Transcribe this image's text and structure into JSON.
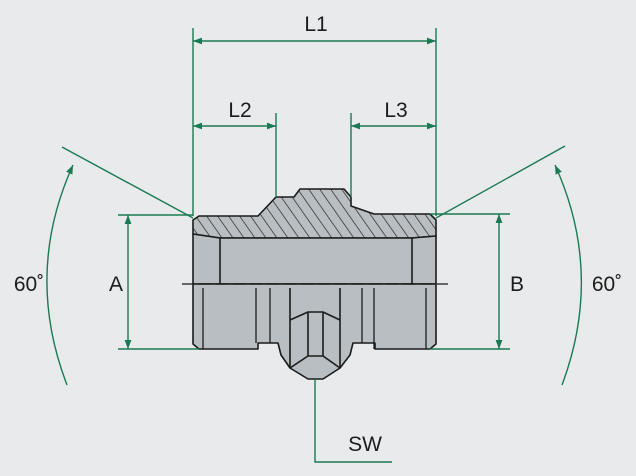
{
  "colors": {
    "background": "#e9eaeb",
    "body_fill": "#b8bec1",
    "body_stroke": "#1b1b1b",
    "dimension_line": "#1a7a52"
  },
  "labels": {
    "l1": "L1",
    "l2": "L2",
    "l3": "L3",
    "a": "A",
    "b": "B",
    "angle_left": "60˚",
    "angle_right": "60˚",
    "sw": "SW"
  }
}
